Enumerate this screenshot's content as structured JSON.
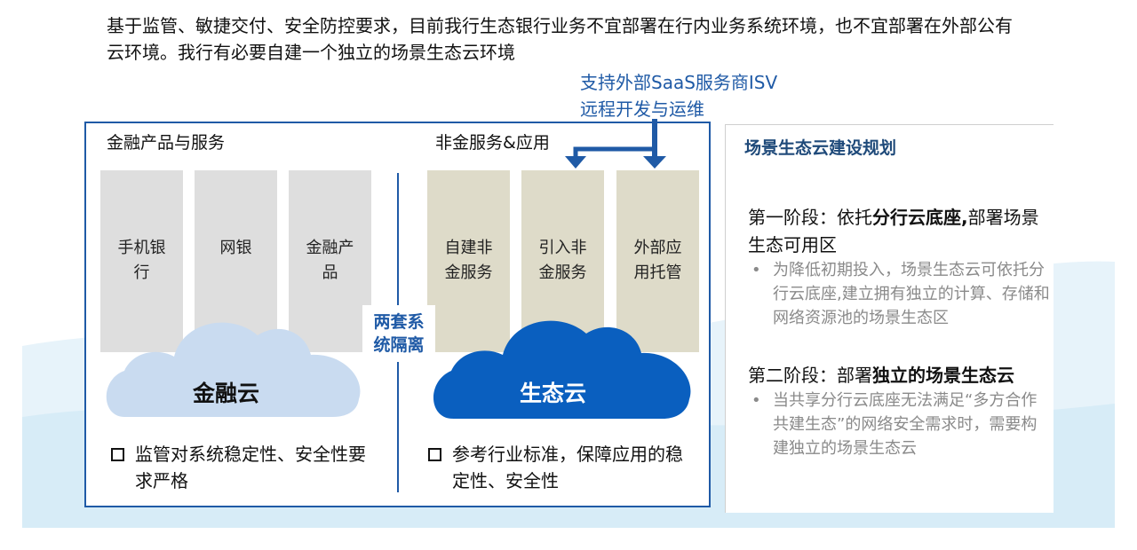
{
  "intro_text": "基于监管、敏捷交付、安全防控要求，目前我行生态银行业务不宜部署在行内业务系统环境，也不宜部署在外部公有云环境。我行有必要自建一个独立的场景生态云环境",
  "saas_line1": "支持外部SaaS服务商ISV",
  "saas_line2": "远程开发与运维",
  "financial": {
    "title": "金融产品与服务",
    "cards": [
      "手机银行",
      "网银",
      "金融产品"
    ],
    "cloud": "金融云",
    "note": "监管对系统稳定性、安全性要求严格"
  },
  "nonfinancial": {
    "title": "非金服务&应用",
    "cards": [
      "自建非金服务",
      "引入非金服务",
      "外部应用托管"
    ],
    "cloud": "生态云",
    "note": "参考行业标准，保障应用的稳定性、安全性"
  },
  "isolation_label": "两套系统隔离",
  "plan": {
    "title": "场景生态云建设规划",
    "phase1_prefix": "第一阶段：依托",
    "phase1_bold": "分行云底座,",
    "phase1_suffix": "部署场景生态可用区",
    "phase1_bullet": "为降低初期投入，场景生态云可依托分行云底座,建立拥有独立的计算、存储和网络资源池的场景生态区",
    "phase2_prefix": "第二阶段：部署",
    "phase2_bold": "独立的场景生态云",
    "phase2_bullet": "当共享分行云底座无法满足“多方合作共建生态”的网络安全需求时，需要构建独立的场景生态云",
    "bullet_symbol": "•"
  },
  "colors": {
    "accent_blue": "#1f5aa6",
    "eco_cloud": "#0a5fbf",
    "fin_cloud": "#c9dbf0",
    "grey_card": "#dedede",
    "tan_card": "#dedbc9"
  }
}
